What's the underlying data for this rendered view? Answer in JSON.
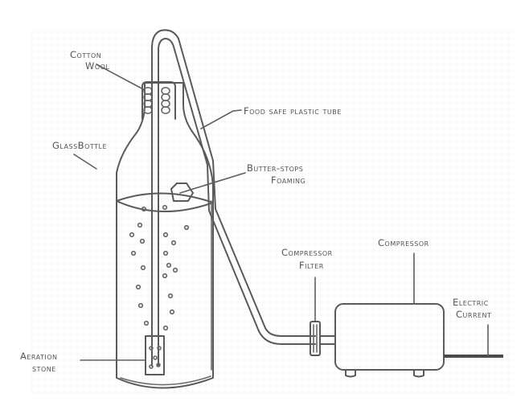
{
  "diagram": {
    "title": "Aeration setup with glass bottle and compressor",
    "labels": {
      "cotton_wool": [
        "Cotton",
        "Wool"
      ],
      "glass_bottle": [
        "GlassBottle"
      ],
      "food_safe_tube": [
        "Food safe plastic tube"
      ],
      "butter": [
        "Butter-stops",
        "Foaming"
      ],
      "compressor_filter": [
        "Compressor",
        "Filter"
      ],
      "compressor": [
        "Compressor"
      ],
      "electric_current": [
        "Electric",
        "Current"
      ],
      "aeration_stone": [
        "Aeration",
        "stone"
      ]
    },
    "nodes": [
      {
        "id": "glass_bottle",
        "label": "GlassBottle"
      },
      {
        "id": "cotton_wool",
        "label": "Cotton Wool"
      },
      {
        "id": "food_safe_tube",
        "label": "Food safe plastic tube"
      },
      {
        "id": "butter",
        "label": "Butter-stops Foaming"
      },
      {
        "id": "aeration_stone",
        "label": "Aeration stone"
      },
      {
        "id": "compressor_filter",
        "label": "Compressor Filter"
      },
      {
        "id": "compressor",
        "label": "Compressor"
      },
      {
        "id": "electric_current",
        "label": "Electric Current"
      }
    ],
    "edges": [
      {
        "from": "compressor",
        "to": "compressor_filter",
        "via": "tube"
      },
      {
        "from": "compressor_filter",
        "to": "food_safe_tube",
        "via": "tube"
      },
      {
        "from": "food_safe_tube",
        "to": "aeration_stone",
        "via": "tube through bottle neck"
      },
      {
        "from": "electric_current",
        "to": "compressor",
        "via": "cable"
      }
    ],
    "colors": {
      "ink": "#5a5a5a",
      "paper": "#ffffff"
    }
  }
}
